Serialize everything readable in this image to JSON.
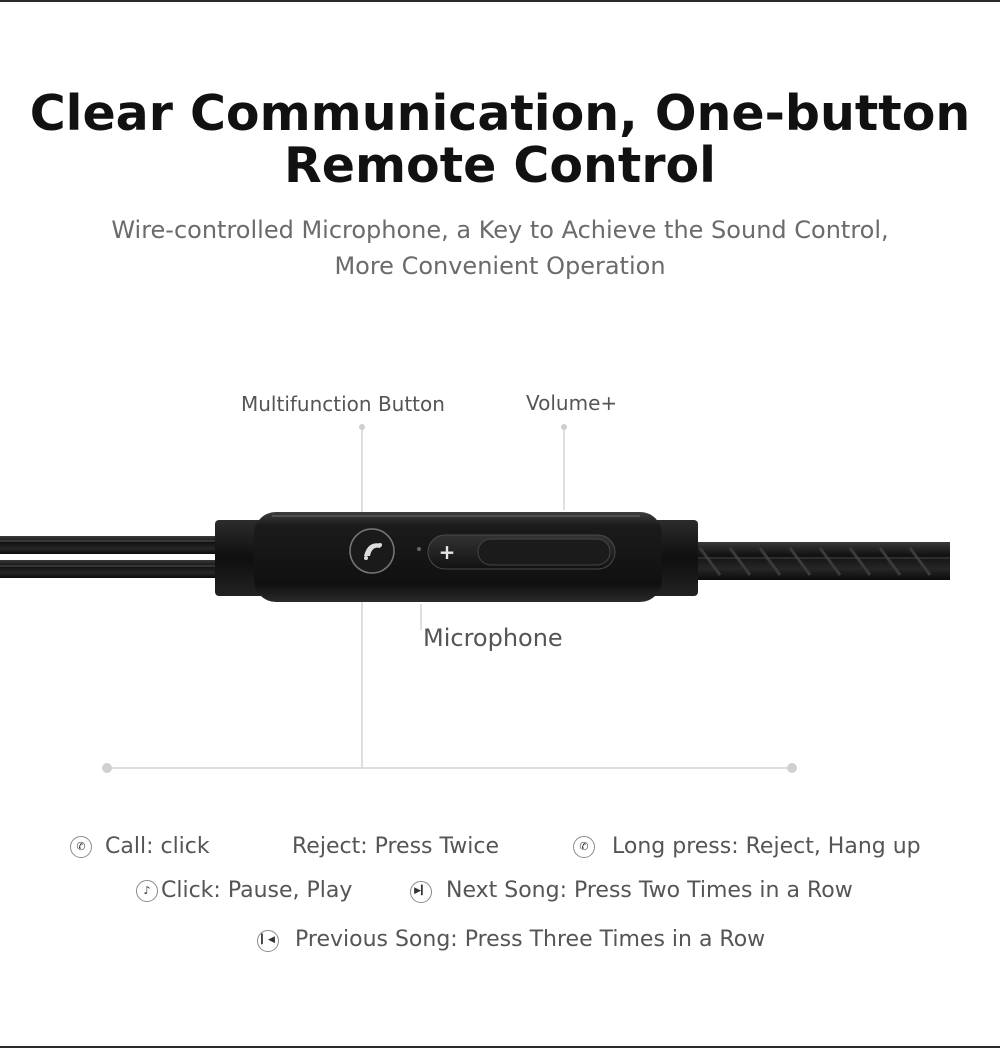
{
  "header": {
    "title_line1": "Clear Communication, One-button",
    "title_line2": "Remote Control",
    "subtitle_line1": "Wire-controlled Microphone, a Key to Achieve the Sound Control,",
    "subtitle_line2": "More Convenient Operation"
  },
  "callouts": {
    "multifunction": "Multifunction Button",
    "volume": "Volume+",
    "microphone": "Microphone"
  },
  "remote": {
    "plus_symbol": "+",
    "colors": {
      "cable": "#1c1c1c",
      "body": "#161616",
      "accent_line": "#cfcfcf"
    },
    "icons": [
      "phone-icon",
      "plus-icon"
    ]
  },
  "instructions": {
    "call": "Call: click",
    "reject": "Reject: Press Twice",
    "long_press": "Long press: Reject, Hang up",
    "pause_play": "Click: Pause, Play",
    "next_song": "Next Song: Press Two Times in a Row",
    "previous_song": "Previous Song: Press Three Times in a Row",
    "icons": [
      "phone-icon",
      "hangup-icon",
      "music-note-icon",
      "next-track-icon",
      "previous-track-icon"
    ]
  }
}
